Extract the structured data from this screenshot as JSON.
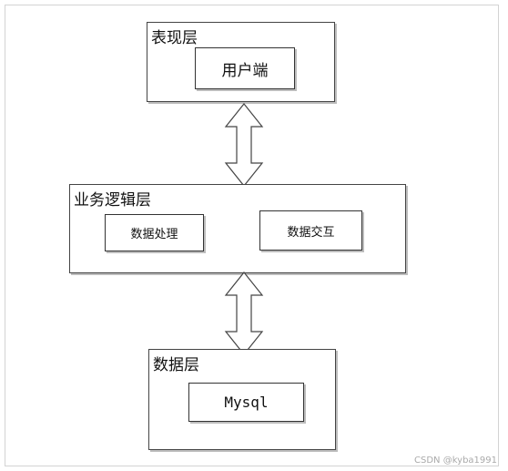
{
  "layers": {
    "presentation": {
      "title": "表现层",
      "box": "用户端"
    },
    "business": {
      "title": "业务逻辑层",
      "boxes": [
        "数据处理",
        "数据交互"
      ]
    },
    "data": {
      "title": "数据层",
      "box": "Mysql"
    }
  },
  "watermark": "CSDN @kyba1991",
  "colors": {
    "border": "#444444",
    "shadow": "#bdbdbd",
    "background": "#ffffff"
  }
}
